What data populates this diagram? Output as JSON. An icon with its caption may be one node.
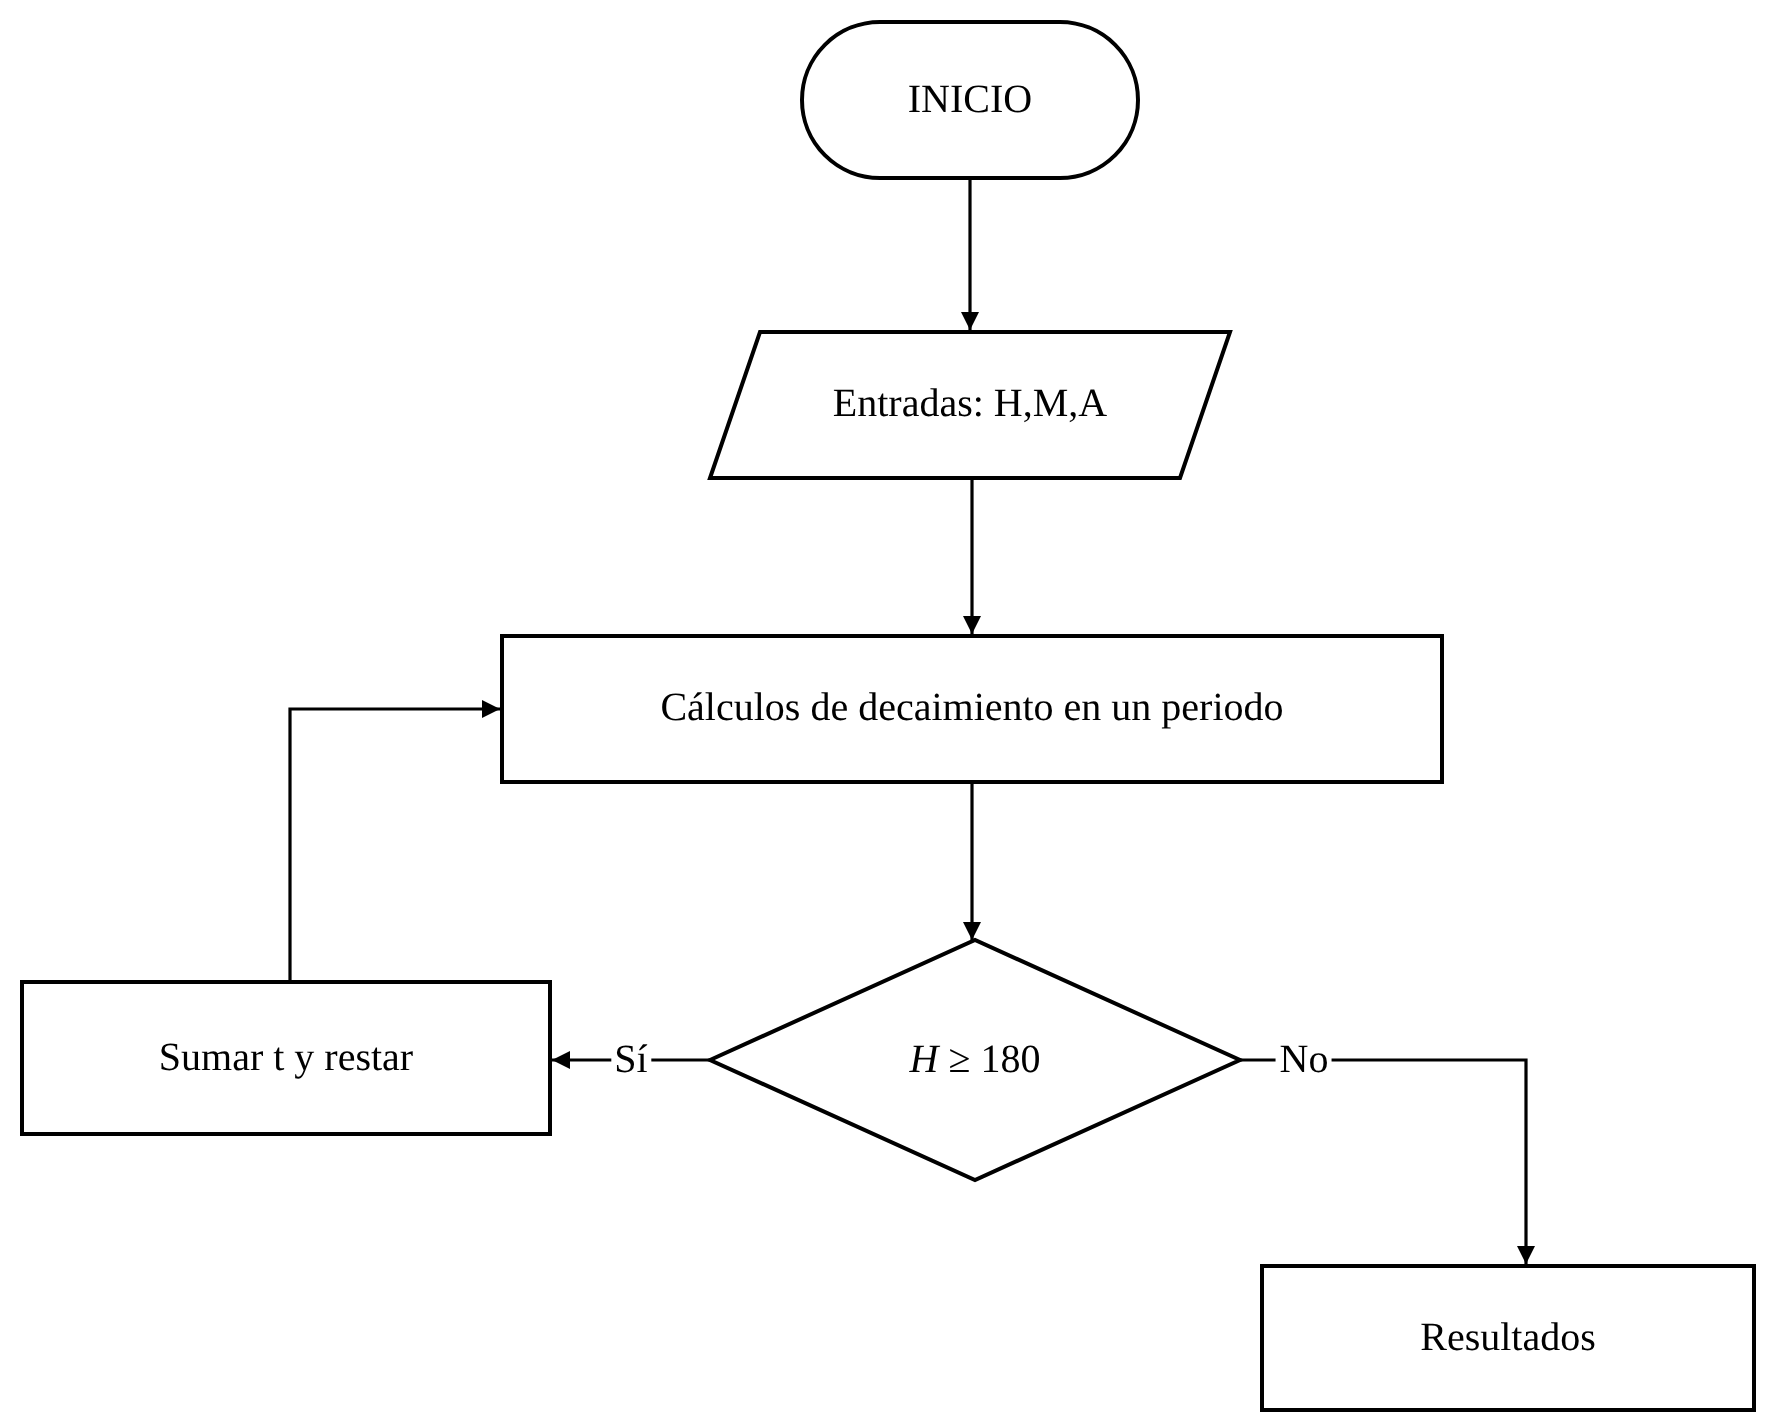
{
  "diagram": {
    "nodes": [
      {
        "text": [
          "INICIO"
        ]
      },
      {
        "text": [
          "Entradas: H,M,A"
        ]
      },
      {
        "text": [
          "Cálculos de decaimiento en un periodo"
        ]
      },
      {
        "text": [
          "*H* ≥ 180"
        ]
      },
      {
        "text": [
          "Sumar t y restar"
        ]
      },
      {
        "text": [
          "Resultados"
        ]
      }
    ],
    "edges": [
      {
        "from": 0,
        "to": 1,
        "arrow": "to"
      },
      {
        "from": 1,
        "to": 2,
        "arrow": "to"
      },
      {
        "from": 2,
        "to": 3,
        "arrow": "to"
      },
      {
        "from": 3,
        "to": 4,
        "arrow": "to",
        "label": "Sí"
      },
      {
        "from": 4,
        "to": 2,
        "arrow": "to"
      },
      {
        "from": 3,
        "to": 5,
        "arrow": "to",
        "label": "No"
      }
    ]
  }
}
